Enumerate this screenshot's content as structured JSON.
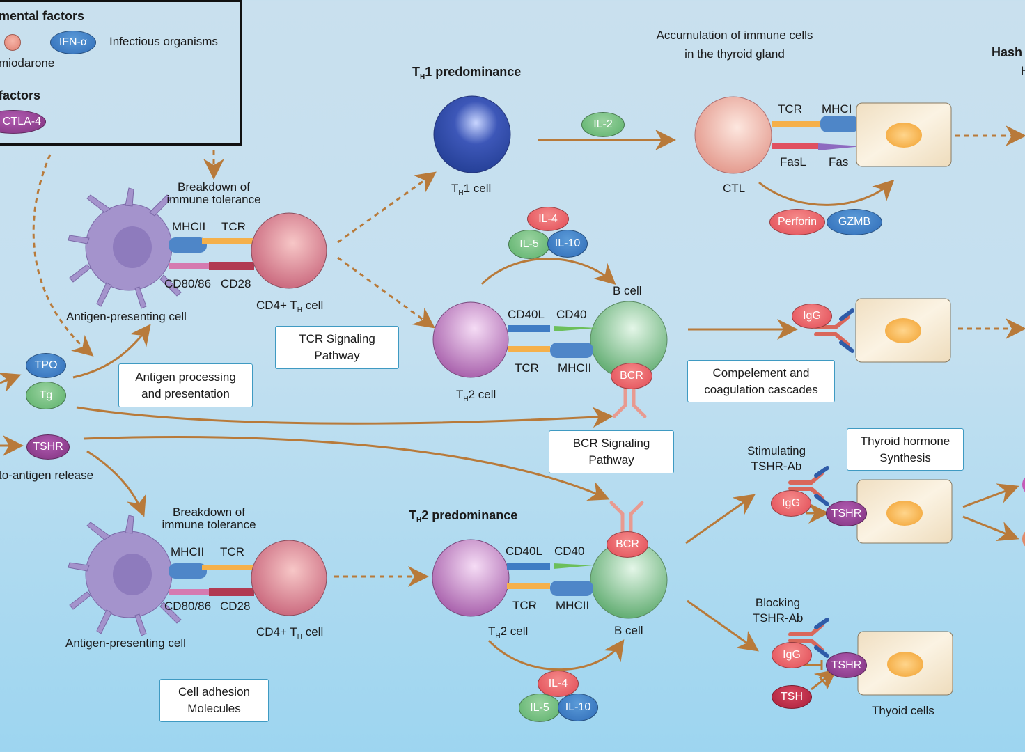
{
  "legend": {
    "environmental_title": "mental factors",
    "amiodarone_label": "miodarone",
    "ifn_label": "IFN-α",
    "infectious_label": "Infectious organisms",
    "genetic_title": "factors",
    "ctla4_label": "CTLA-4"
  },
  "top_row": {
    "breakdown_line1": "Breakdown of",
    "breakdown_line2": "immune tolerance",
    "apc_label": "Antigen-presenting cell",
    "mhcii": "MHCII",
    "tcr": "TCR",
    "cd80": "CD80/86",
    "cd28": "CD28",
    "cd4_prefix": "CD4+ T",
    "cd4_sub": "H",
    "cd4_suffix": " cell",
    "tcr_box_line1": "TCR Signaling",
    "tcr_box_line2": "Pathway"
  },
  "antigens": {
    "tpo": "TPO",
    "tg": "Tg",
    "tshr": "TSHR",
    "release_label": "to-antigen release",
    "processing_line1": "Antigen processing",
    "processing_line2": "and presentation"
  },
  "th1": {
    "title_prefix": "T",
    "title_sub": "H",
    "title_suffix": "1 predominance",
    "cell_prefix": "T",
    "cell_sub": "H",
    "cell_suffix": "1 cell",
    "il2": "IL-2"
  },
  "ctl_section": {
    "accum_line1": "Accumulation of immune cells",
    "accum_line2": "in the thyroid gland",
    "tcr": "TCR",
    "mhci": "MHCI",
    "fasl": "FasL",
    "fas": "Fas",
    "ctl": "CTL",
    "perforin": "Perforin",
    "gzmb": "GZMB",
    "right_title": "Hash",
    "right_sub": "H"
  },
  "th2_top": {
    "il4": "IL-4",
    "il5": "IL-5",
    "il10": "IL-10",
    "bcell": "B cell",
    "cd40l": "CD40L",
    "cd40": "CD40",
    "tcr": "TCR",
    "mhcii": "MHCII",
    "bcr": "BCR",
    "cell_prefix": "T",
    "cell_sub": "H",
    "cell_suffix": "2 cell",
    "bcr_box_line1": "BCR Signaling",
    "bcr_box_line2": "Pathway"
  },
  "igg_section": {
    "igg": "IgG",
    "complement_line1": "Compelement and",
    "complement_line2": "coagulation cascades"
  },
  "bottom_row": {
    "breakdown_line1": "Breakdown of",
    "breakdown_line2": "immune tolerance",
    "apc_label": "Antigen-presenting cell",
    "mhcii": "MHCII",
    "tcr": "TCR",
    "cd80": "CD80/86",
    "cd28": "CD28",
    "cd4_prefix": "CD4+ T",
    "cd4_sub": "H",
    "cd4_suffix": " cell",
    "adhesion_line1": "Cell adhesion",
    "adhesion_line2": "Molecules"
  },
  "th2_bottom": {
    "title_prefix": "T",
    "title_sub": "H",
    "title_suffix": "2 predominance",
    "cd40l": "CD40L",
    "cd40": "CD40",
    "tcr": "TCR",
    "mhcii": "MHCII",
    "bcr": "BCR",
    "cell_prefix": "T",
    "cell_sub": "H",
    "cell_suffix": "2 cell",
    "bcell": "B cell",
    "il4": "IL-4",
    "il5": "IL-5",
    "il10": "IL-10"
  },
  "tshr_section": {
    "stim_line1": "Stimulating",
    "stim_line2": "TSHR-Ab",
    "synth_line1": "Thyroid hormone",
    "synth_line2": "Synthesis",
    "igg": "IgG",
    "tshr": "TSHR",
    "block_line1": "Blocking",
    "block_line2": "TSHR-Ab",
    "igg2": "IgG",
    "tshr2": "TSHR",
    "tsh": "TSH",
    "thyroid_cells": "Thyoid cells"
  }
}
